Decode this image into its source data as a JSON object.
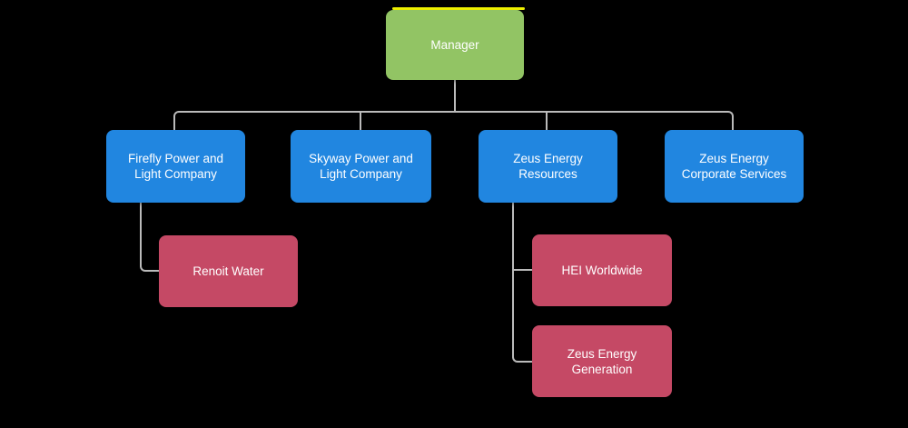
{
  "canvas": {
    "background": "#000000"
  },
  "colors": {
    "root_node": "#92C464",
    "branch_node": "#2186E0",
    "leaf_node": "#C54965",
    "connector": "#BBBBBB",
    "node_text": "#FFFFFF",
    "selection_highlight": "#EEF000"
  },
  "nodes": {
    "manager": {
      "label": "Manager"
    },
    "firefly": {
      "label": "Firefly Power and\nLight Company"
    },
    "skyway": {
      "label": "Skyway Power and\nLight Company"
    },
    "zeus_resources": {
      "label": "Zeus Energy\nResources"
    },
    "zeus_corporate": {
      "label": "Zeus Energy\nCorporate Services"
    },
    "renoit": {
      "label": "Renoit Water"
    },
    "hei": {
      "label": "HEI Worldwide"
    },
    "zeus_generation": {
      "label": "Zeus Energy\nGeneration"
    }
  },
  "hierarchy": [
    {
      "parent": "Manager",
      "children": [
        "Firefly Power and Light Company",
        "Skyway Power and Light Company",
        "Zeus Energy Resources",
        "Zeus Energy Corporate Services"
      ]
    },
    {
      "parent": "Firefly Power and Light Company",
      "children": [
        "Renoit Water"
      ]
    },
    {
      "parent": "Zeus Energy Resources",
      "children": [
        "HEI Worldwide",
        "Zeus Energy Generation"
      ]
    }
  ]
}
